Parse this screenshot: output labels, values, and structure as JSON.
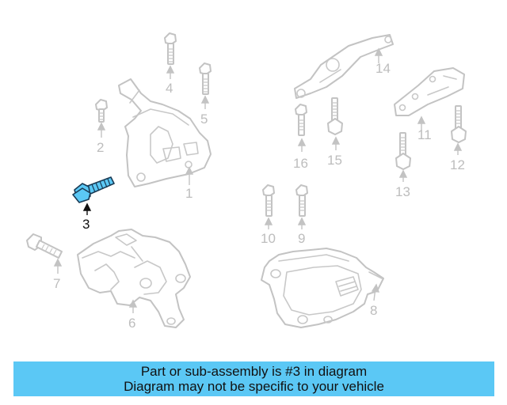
{
  "diagram": {
    "highlighted_part": "3",
    "highlight_color": "#5bc8f5",
    "part_numbers": [
      "1",
      "2",
      "3",
      "4",
      "5",
      "6",
      "7",
      "8",
      "9",
      "10",
      "11",
      "12",
      "13",
      "14",
      "15",
      "16"
    ]
  },
  "footer": {
    "line1": "Part or sub-assembly is #3 in diagram",
    "line2": "Diagram may not be specific to your vehicle",
    "background": "#5bc8f5"
  }
}
